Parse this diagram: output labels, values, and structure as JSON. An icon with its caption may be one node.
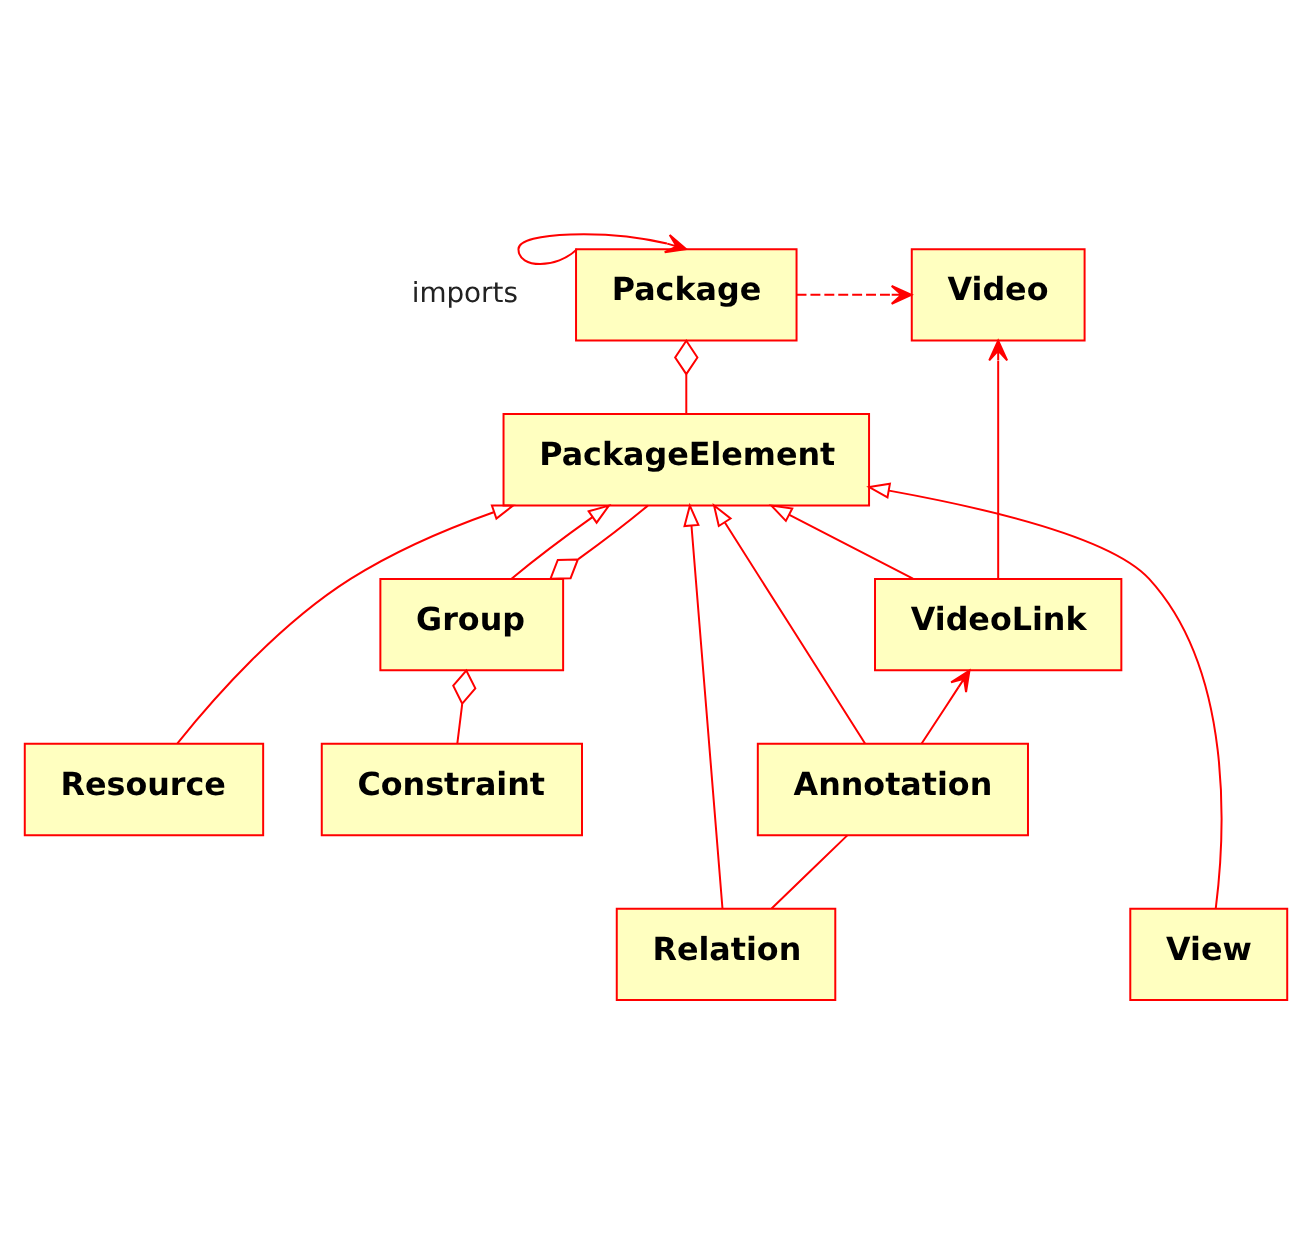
{
  "diagram": {
    "nodes": [
      {
        "text": [
          "Video"
        ]
      },
      {
        "text": [
          "Package"
        ]
      },
      {
        "text": [
          "PackageElement"
        ]
      },
      {
        "text": [
          "VideoLink"
        ]
      },
      {
        "text": [
          "Group"
        ]
      },
      {
        "text": [
          "Annotation"
        ]
      },
      {
        "text": [
          "Resource"
        ]
      },
      {
        "text": [
          "Relation"
        ]
      },
      {
        "text": [
          "View"
        ]
      },
      {
        "text": [
          "Constraint"
        ]
      }
    ],
    "edges": [
      {
        "from": 1,
        "to": 0,
        "arrow": "to",
        "style": "dashed"
      },
      {
        "from": 1,
        "to": 1,
        "arrow": "to",
        "label": "imports"
      },
      {
        "from": 2,
        "to": 1,
        "arrow": "other"
      },
      {
        "from": 2,
        "to": 4,
        "arrow": "other"
      },
      {
        "from": 3,
        "to": 0,
        "arrow": "to"
      },
      {
        "from": 5,
        "to": 3,
        "arrow": "to"
      },
      {
        "from": 7,
        "to": 5,
        "arrow": "none"
      },
      {
        "from": 3,
        "to": 2,
        "arrow": "to"
      },
      {
        "from": 5,
        "to": 2,
        "arrow": "to"
      },
      {
        "from": 7,
        "to": 2,
        "arrow": "to"
      },
      {
        "from": 8,
        "to": 2,
        "arrow": "to"
      },
      {
        "from": 6,
        "to": 2,
        "arrow": "to"
      },
      {
        "from": 4,
        "to": 2,
        "arrow": "to"
      },
      {
        "from": 9,
        "to": 4,
        "arrow": "other"
      }
    ]
  }
}
